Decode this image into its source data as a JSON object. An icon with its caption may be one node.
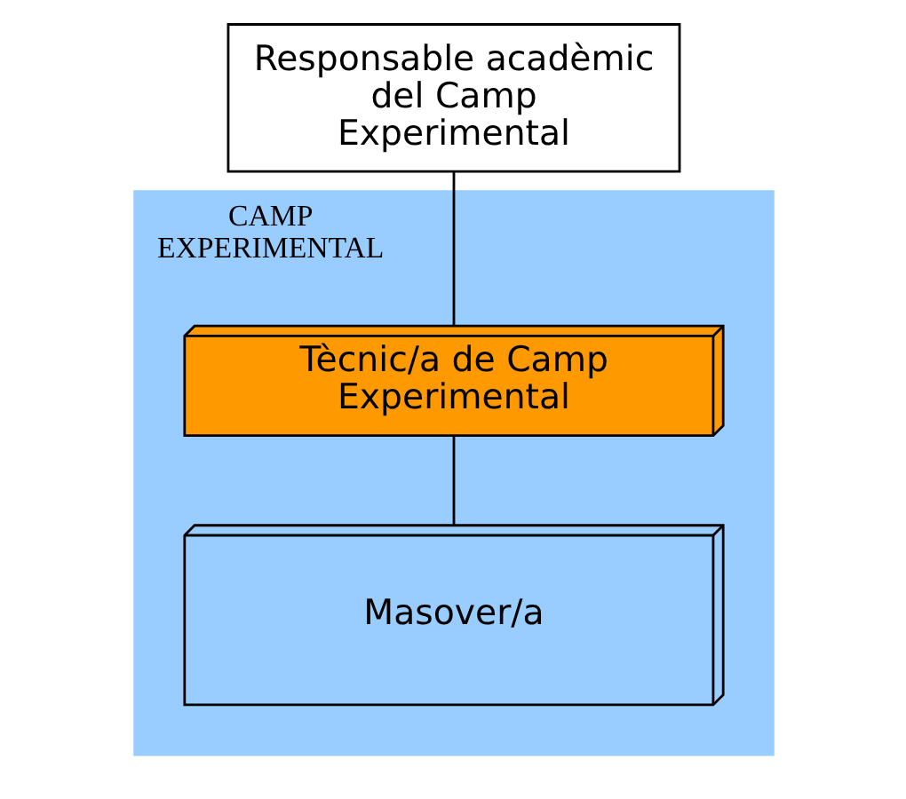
{
  "diagram": {
    "nodes": [
      {
        "text": [
          "Responsable acadèmic del Camp Experimental"
        ]
      },
      {
        "text": [
          "CAMP EXPERIMENTAL"
        ]
      },
      {
        "text": [
          "Tècnic/a de Camp Experimental"
        ],
        "in": 1
      },
      {
        "text": [
          "Masover/a"
        ],
        "in": 1
      }
    ],
    "edges": [
      {
        "from": 0,
        "to": 2,
        "arrow": "none"
      },
      {
        "from": 2,
        "to": 3,
        "arrow": "none"
      }
    ]
  }
}
